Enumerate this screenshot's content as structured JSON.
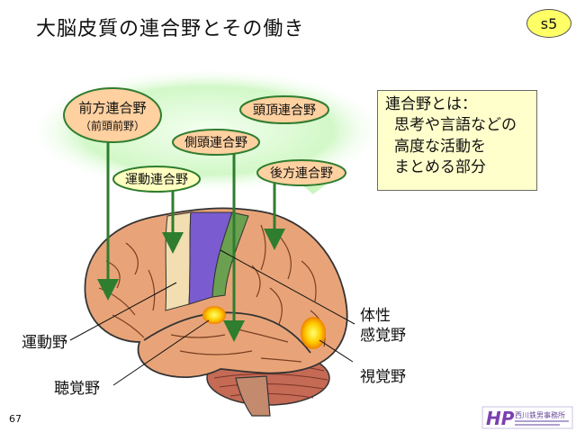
{
  "title": "大脳皮質の連合野とその働き",
  "slide_badge": "s5",
  "association_areas": {
    "frontal": {
      "label": "前方連合野",
      "sublabel": "（前頭前野）"
    },
    "motor": {
      "label": "運動連合野"
    },
    "temporal": {
      "label": "側頭連合野"
    },
    "parietal": {
      "label": "頭頂連合野"
    },
    "posterior": {
      "label": "後方連合野"
    }
  },
  "info_box": {
    "title": "連合野とは：",
    "lines": [
      "思考や言語などの",
      "高度な活動を",
      "まとめる部分"
    ]
  },
  "brain_labels": {
    "motor_area": "運動野",
    "auditory_area": "聴覚野",
    "somatosensory_area_line1": "体性",
    "somatosensory_area_line2": "感覚野",
    "visual_area": "視覚野"
  },
  "footer": {
    "page_number": "67",
    "logo_text": "HP",
    "logo_caption": "西川鉄男事務所"
  },
  "colors": {
    "cloud": "#d7fbd0",
    "label_fill": "#ffd0a0",
    "motor_label_fill": "#ffffbf",
    "brain": "#e8a478",
    "motor_strip": "#f2deb0",
    "sensory_strip": "#7a5bd0",
    "green_strip": "#6ba050",
    "arrow": "#2f7d2f"
  }
}
